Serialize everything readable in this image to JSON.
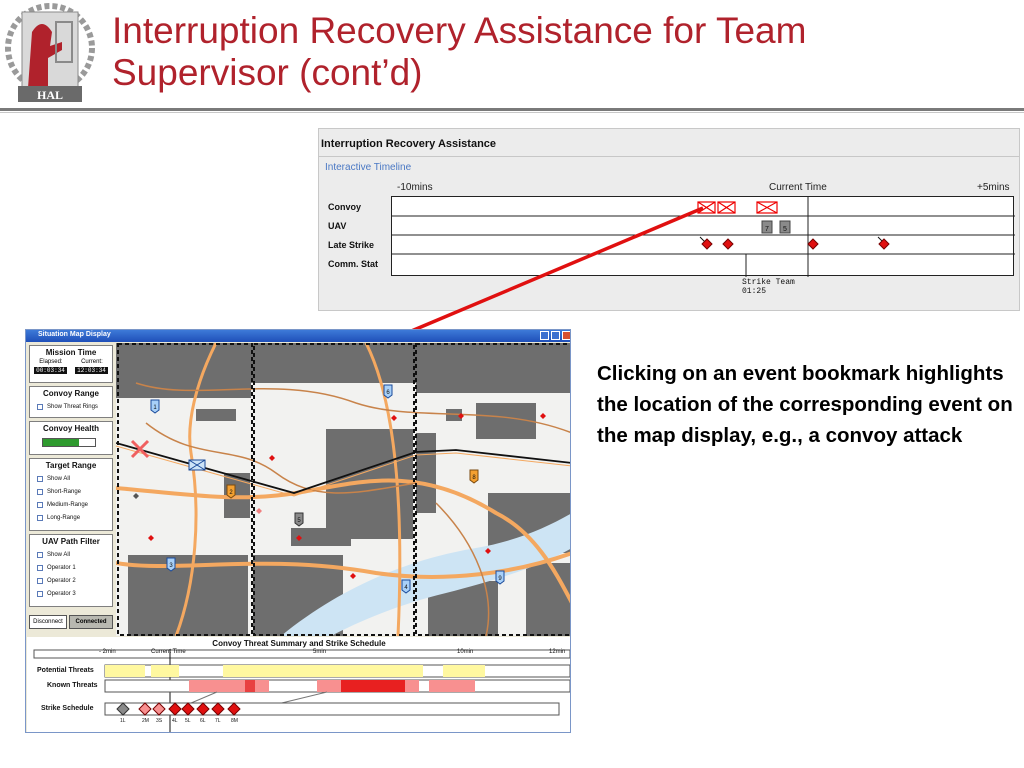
{
  "slide": {
    "title_line1": "Interruption Recovery Assistance for Team",
    "title_line2": "Supervisor (cont’d)",
    "caption": "Clicking on an event bookmark highlights the location of the corresponding event on the map display, e.g., a convoy attack",
    "logo_text": "HAL",
    "accent_color": "#b0222c"
  },
  "timeline": {
    "title": "Interruption Recovery Assistance",
    "subtitle": "Interactive Timeline",
    "scale_left": "-10mins",
    "scale_mid": "Current Time",
    "scale_right": "+5mins",
    "rows": [
      "Convoy",
      "UAV",
      "Late Strike",
      "Comm. Stat"
    ],
    "uav_markers": [
      "7",
      "5"
    ],
    "strike_label_line1": "Strike Team",
    "strike_label_line2": "01:25"
  },
  "map_window": {
    "title": "Situation Map Display",
    "mission_time": {
      "heading": "Mission Time",
      "elapsed_label": "Elapsed:",
      "current_label": "Current:",
      "elapsed_value": "00:03:34",
      "current_value": "12:03:34"
    },
    "convoy_range": {
      "heading": "Convoy Range",
      "option": "Show Threat Rings"
    },
    "convoy_health": {
      "heading": "Convoy Health",
      "level": 0.7
    },
    "target_range": {
      "heading": "Target Range",
      "options": [
        "Show All",
        "Short-Range",
        "Medium-Range",
        "Long-Range"
      ]
    },
    "uav_path_filter": {
      "heading": "UAV Path Filter",
      "options": [
        "Show All",
        "Operator 1",
        "Operator 2",
        "Operator 3"
      ]
    },
    "buttons": {
      "disconnect": "Disconnect",
      "connected": "Connected"
    },
    "uav_markers": [
      "1",
      "6",
      "2",
      "5",
      "3",
      "4",
      "9",
      "8"
    ]
  },
  "summary": {
    "title": "Convoy Threat Summary and Strike Schedule",
    "scale": [
      "- 2min",
      "Current Time",
      "5min",
      "10min",
      "12min"
    ],
    "rows": [
      "Potential Threats",
      "Known Threats",
      "Strike Schedule"
    ],
    "strike_labels": [
      "1L",
      "2M",
      "3S",
      "4L",
      "5L",
      "6L",
      "7L",
      "8M"
    ]
  }
}
